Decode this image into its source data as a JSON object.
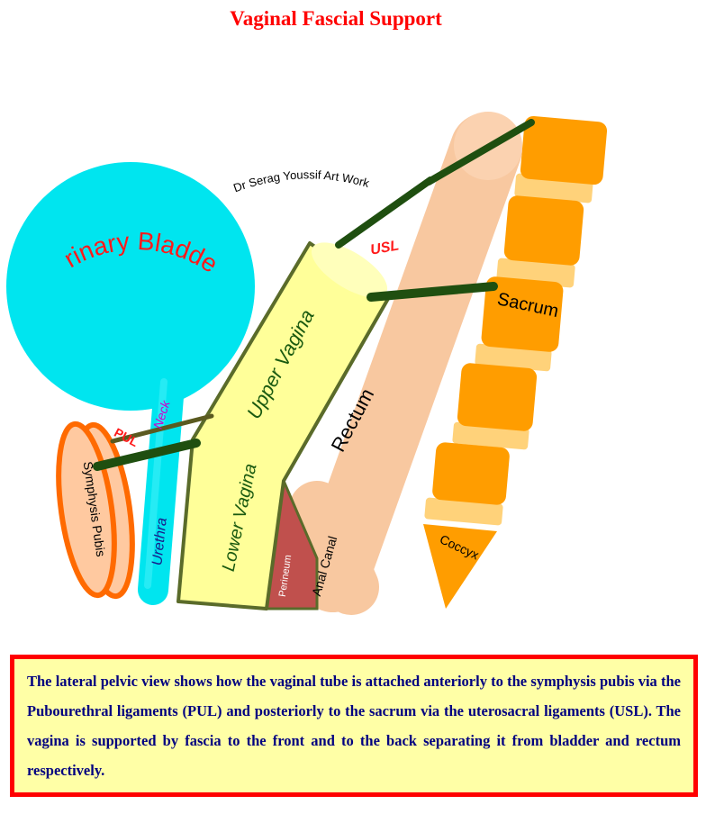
{
  "title": "Vaginal Fascial Support",
  "labels": {
    "credit": "Dr Serag Youssif Art Work",
    "bladder": "Urinary Bladder",
    "neck": "Neck",
    "pul": "PUL",
    "usl": "USL",
    "upper_vagina": "Upper Vagina",
    "lower_vagina": "Lower Vagina",
    "rectum": "Rectum",
    "sacrum": "Sacrum",
    "coccyx": "Coccyx",
    "urethra": "Urethra",
    "symphysis": "Symphysis Pubis",
    "perineum": "Perineum",
    "anal_canal": "Anal Canal"
  },
  "caption": "The lateral pelvic view shows how the vaginal tube is attached anteriorly to the symphysis pubis via the Pubourethral ligaments (PUL) and posteriorly to the sacrum via the uterosacral ligaments (USL). The vagina is supported by fascia to the front and to the back separating it from bladder and rectum respectively.",
  "colors": {
    "title": "#ff0000",
    "bladder": "#00e5ef",
    "vagina": "#ffff99",
    "rectum": "#f8c8a0",
    "sacrum": "#ff9d00",
    "disc": "#ffd27a",
    "symphysis": "#ffc9a0",
    "perineum": "#c0504d",
    "ligament": "#1f4f10",
    "caption_bg": "#ffffa6",
    "caption_border": "#ff0000",
    "caption_text": "#000080"
  }
}
